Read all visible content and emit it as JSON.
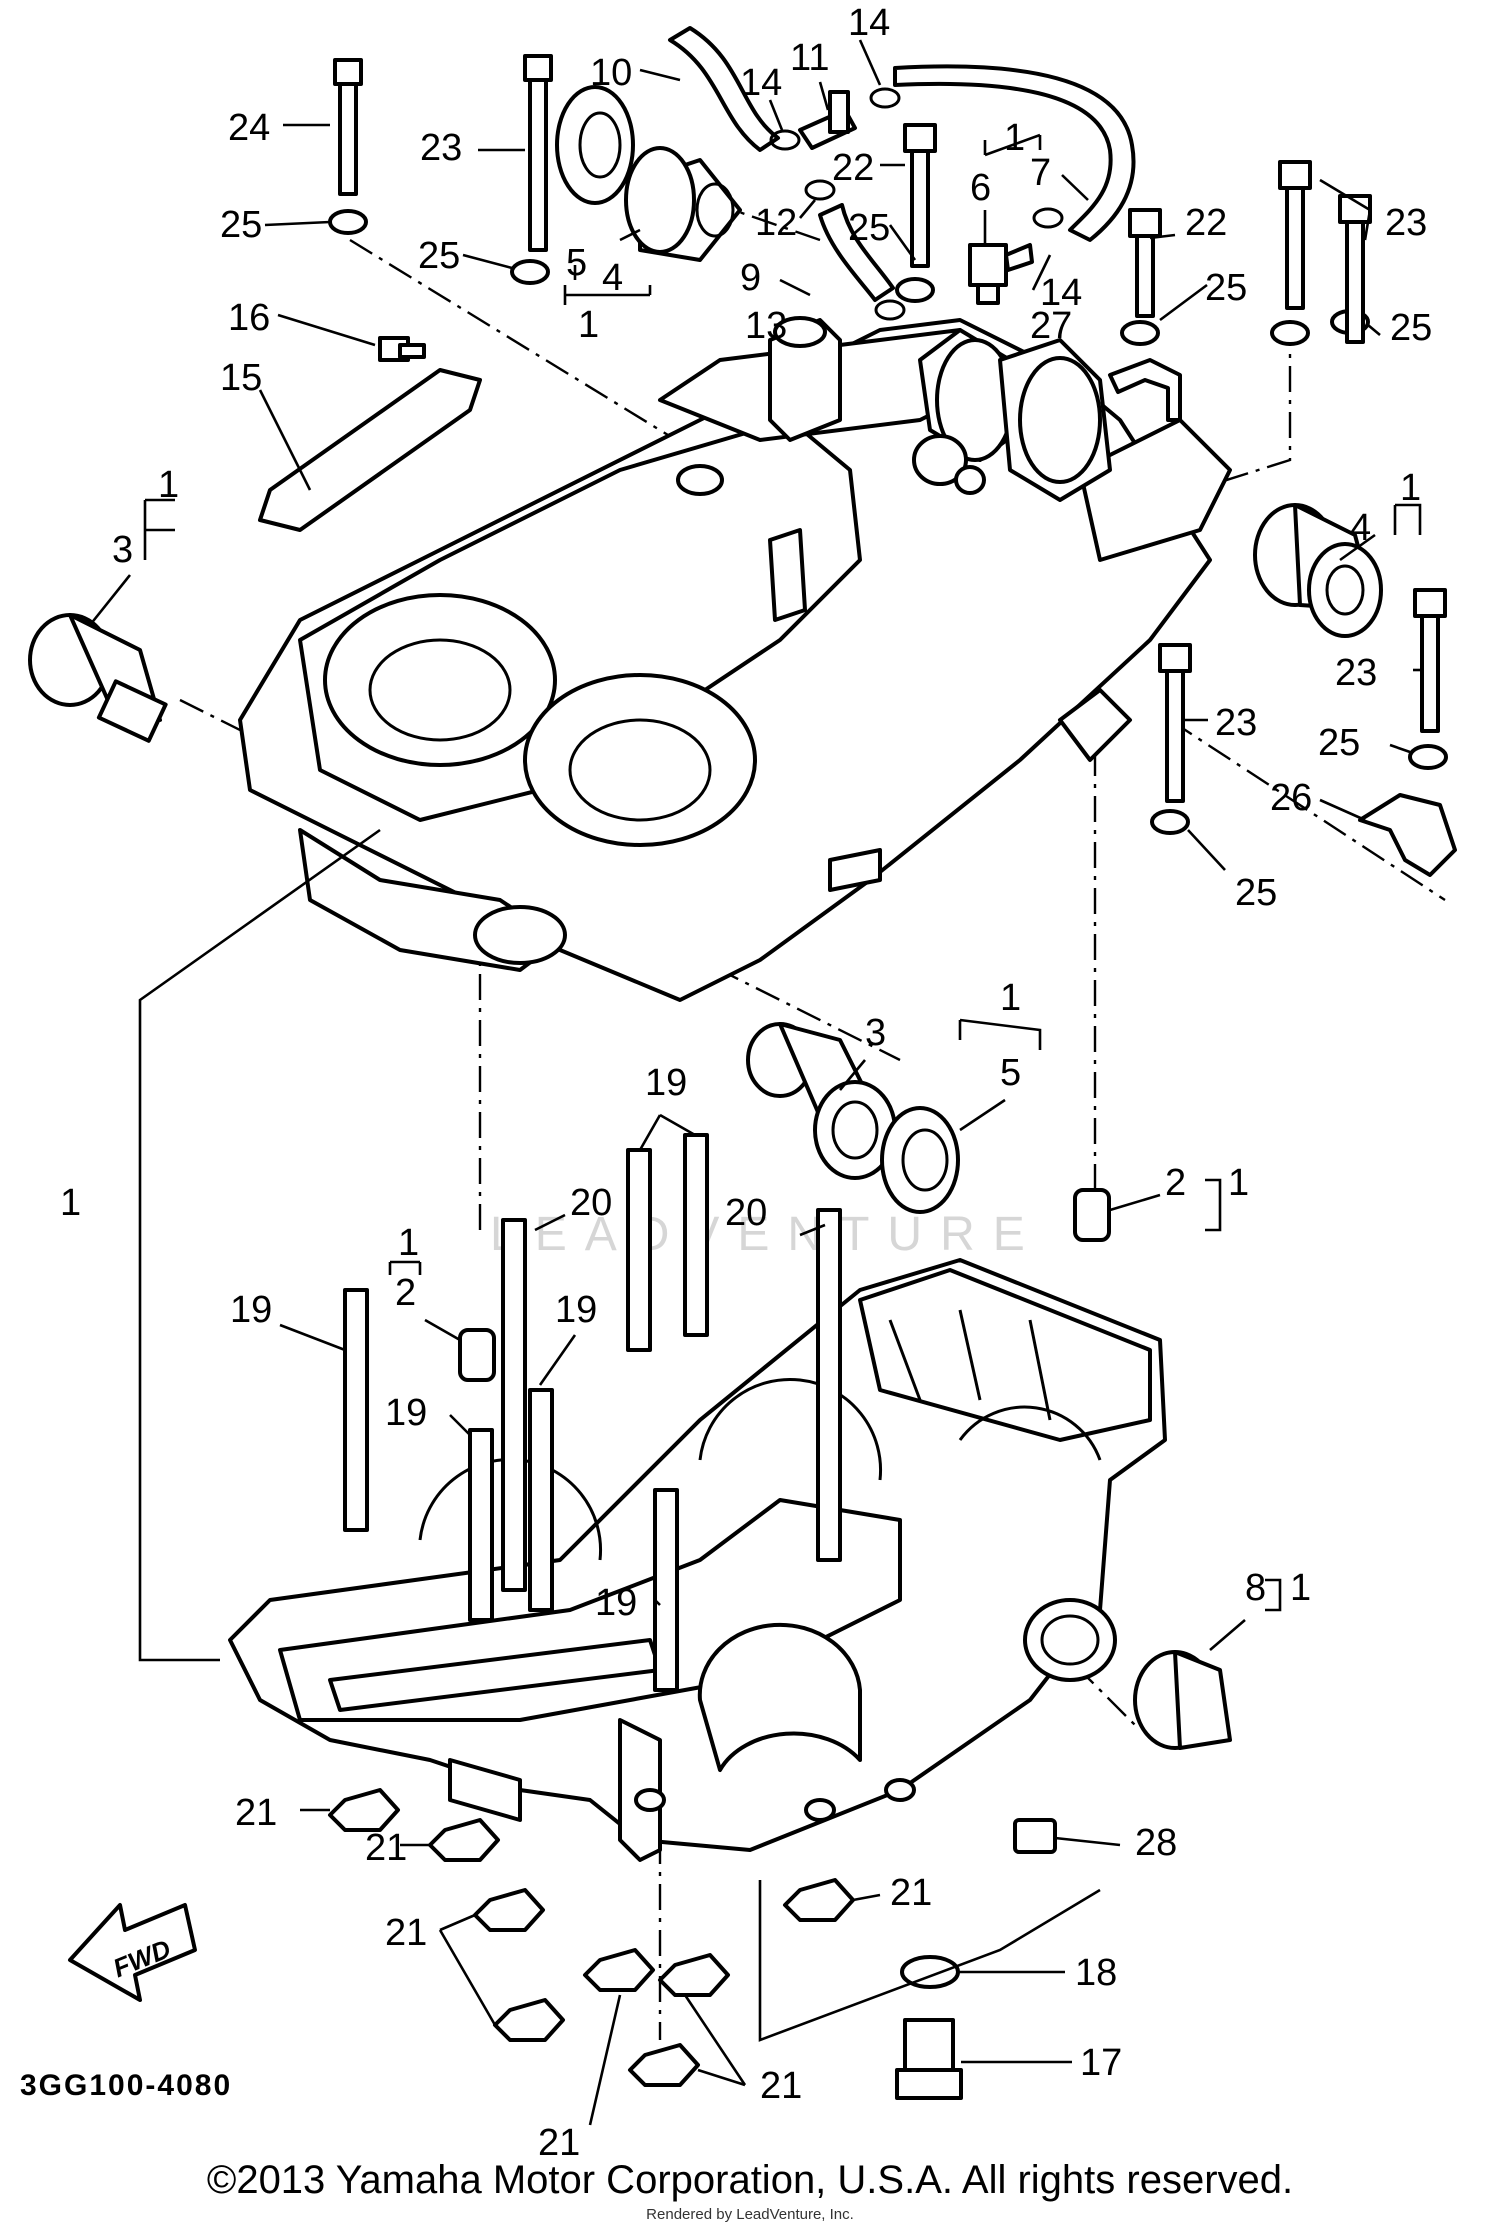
{
  "diagram": {
    "code": "3GG100-4080",
    "fwd_label": "FWD",
    "watermark": "LEADVENTURE",
    "callouts": [
      {
        "id": "24",
        "label": "24"
      },
      {
        "id": "23a",
        "label": "23"
      },
      {
        "id": "10",
        "label": "10"
      },
      {
        "id": "14a",
        "label": "14"
      },
      {
        "id": "11",
        "label": "11"
      },
      {
        "id": "14b",
        "label": "14"
      },
      {
        "id": "1a",
        "label": "1"
      },
      {
        "id": "7",
        "label": "7"
      },
      {
        "id": "22a",
        "label": "22"
      },
      {
        "id": "12",
        "label": "12"
      },
      {
        "id": "6",
        "label": "6"
      },
      {
        "id": "25a",
        "label": "25"
      },
      {
        "id": "25b",
        "label": "25"
      },
      {
        "id": "5a",
        "label": "5"
      },
      {
        "id": "4a",
        "label": "4"
      },
      {
        "id": "1b",
        "label": "1"
      },
      {
        "id": "9",
        "label": "9"
      },
      {
        "id": "25c",
        "label": "25"
      },
      {
        "id": "14c",
        "label": "14"
      },
      {
        "id": "22b",
        "label": "22"
      },
      {
        "id": "23b",
        "label": "23"
      },
      {
        "id": "25d",
        "label": "25"
      },
      {
        "id": "25e",
        "label": "25"
      },
      {
        "id": "13",
        "label": "13"
      },
      {
        "id": "27",
        "label": "27"
      },
      {
        "id": "16",
        "label": "16"
      },
      {
        "id": "15",
        "label": "15"
      },
      {
        "id": "1c",
        "label": "1"
      },
      {
        "id": "3a",
        "label": "3"
      },
      {
        "id": "1d",
        "label": "1"
      },
      {
        "id": "4b",
        "label": "4"
      },
      {
        "id": "23c",
        "label": "23"
      },
      {
        "id": "23d",
        "label": "23"
      },
      {
        "id": "25f",
        "label": "25"
      },
      {
        "id": "26",
        "label": "26"
      },
      {
        "id": "25g",
        "label": "25"
      },
      {
        "id": "1e",
        "label": "1"
      },
      {
        "id": "3b",
        "label": "3"
      },
      {
        "id": "5b",
        "label": "5"
      },
      {
        "id": "19a",
        "label": "19"
      },
      {
        "id": "20a",
        "label": "20"
      },
      {
        "id": "20b",
        "label": "20"
      },
      {
        "id": "2a",
        "label": "2"
      },
      {
        "id": "1f",
        "label": "1"
      },
      {
        "id": "1g",
        "label": "1"
      },
      {
        "id": "1h",
        "label": "1"
      },
      {
        "id": "2b",
        "label": "2"
      },
      {
        "id": "19b",
        "label": "19"
      },
      {
        "id": "19c",
        "label": "19"
      },
      {
        "id": "19d",
        "label": "19"
      },
      {
        "id": "19e",
        "label": "19"
      },
      {
        "id": "8",
        "label": "8"
      },
      {
        "id": "1i",
        "label": "1"
      },
      {
        "id": "21a",
        "label": "21"
      },
      {
        "id": "21b",
        "label": "21"
      },
      {
        "id": "28",
        "label": "28"
      },
      {
        "id": "21c",
        "label": "21"
      },
      {
        "id": "18",
        "label": "18"
      },
      {
        "id": "21d",
        "label": "21"
      },
      {
        "id": "17",
        "label": "17"
      },
      {
        "id": "21e",
        "label": "21"
      },
      {
        "id": "21f",
        "label": "21"
      }
    ]
  },
  "footer": {
    "copyright": "©2013 Yamaha Motor Corporation, U.S.A. All rights reserved.",
    "rendered_by": "Rendered by LeadVenture, Inc."
  }
}
